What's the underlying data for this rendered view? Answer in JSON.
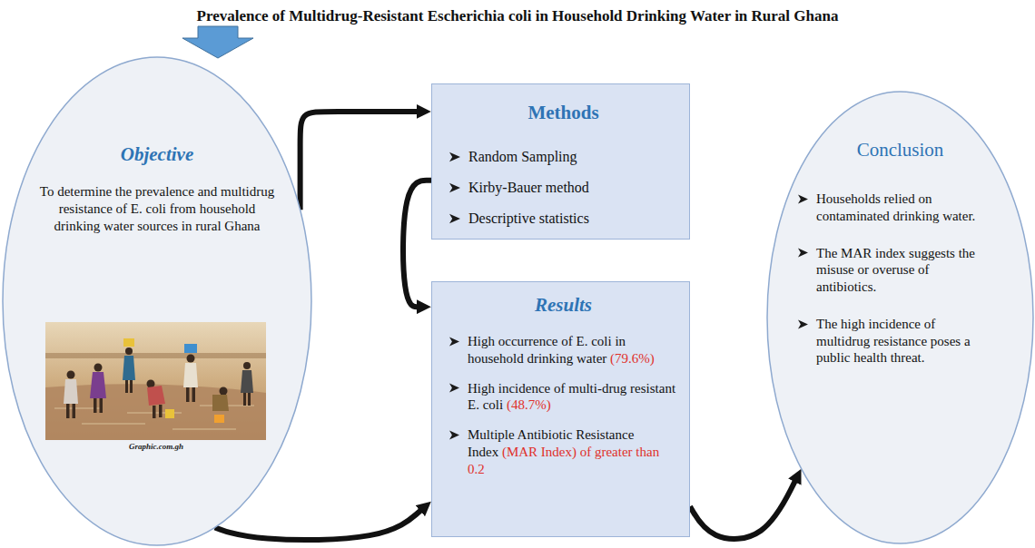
{
  "diagram": {
    "title": "Prevalence of Multidrug-Resistant Escherichia coli in Household Drinking Water in Rural Ghana",
    "nodes": [
      {
        "text": [
          "Objective",
          "To determine the prevalence and multidrug resistance of E. coli from household drinking water sources in rural Ghana"
        ]
      },
      {
        "text": [
          "Methods",
          "Random Sampling",
          "Kirby-Bauer method",
          "Descriptive statistics"
        ]
      },
      {
        "text": [
          "Results",
          "High occurrence of E. coli in household drinking water",
          "(79.6%)",
          "High incidence of multi-drug resistant E. coli",
          "(48.7%)",
          "Multiple Antibiotic Resistance Index",
          "(MAR Index) of greater than 0.2"
        ]
      },
      {
        "text": [
          "Conclusion",
          "Households relied on contaminated drinking water.",
          "The MAR index suggests the misuse or overuse of antibiotics.",
          "The high incidence of multidrug resistance poses a public health threat."
        ]
      }
    ],
    "edges": [
      {
        "from": 0,
        "to": 1,
        "arrow": "to"
      },
      {
        "from": 1,
        "to": 2,
        "arrow": "to"
      },
      {
        "from": 0,
        "to": 2,
        "arrow": "to"
      },
      {
        "from": 2,
        "to": 3,
        "arrow": "to"
      }
    ],
    "labels": [
      "Graphic.com.gh"
    ]
  }
}
